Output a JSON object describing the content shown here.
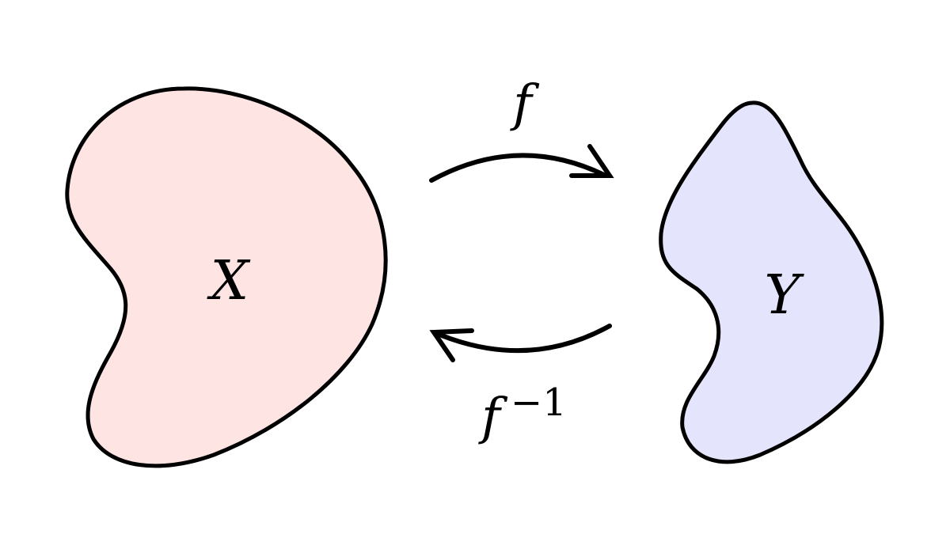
{
  "diagram": {
    "sets": [
      {
        "id": "X",
        "label": "X",
        "fill": "#ffe4e4",
        "stroke": "#000000"
      },
      {
        "id": "Y",
        "label": "Y",
        "fill": "#e4e4fc",
        "stroke": "#000000"
      }
    ],
    "arrows": [
      {
        "id": "forward",
        "from": "X",
        "to": "Y",
        "label_base": "f",
        "label_sup": ""
      },
      {
        "id": "inverse",
        "from": "Y",
        "to": "X",
        "label_base": "f",
        "label_sup": "−1"
      }
    ]
  }
}
